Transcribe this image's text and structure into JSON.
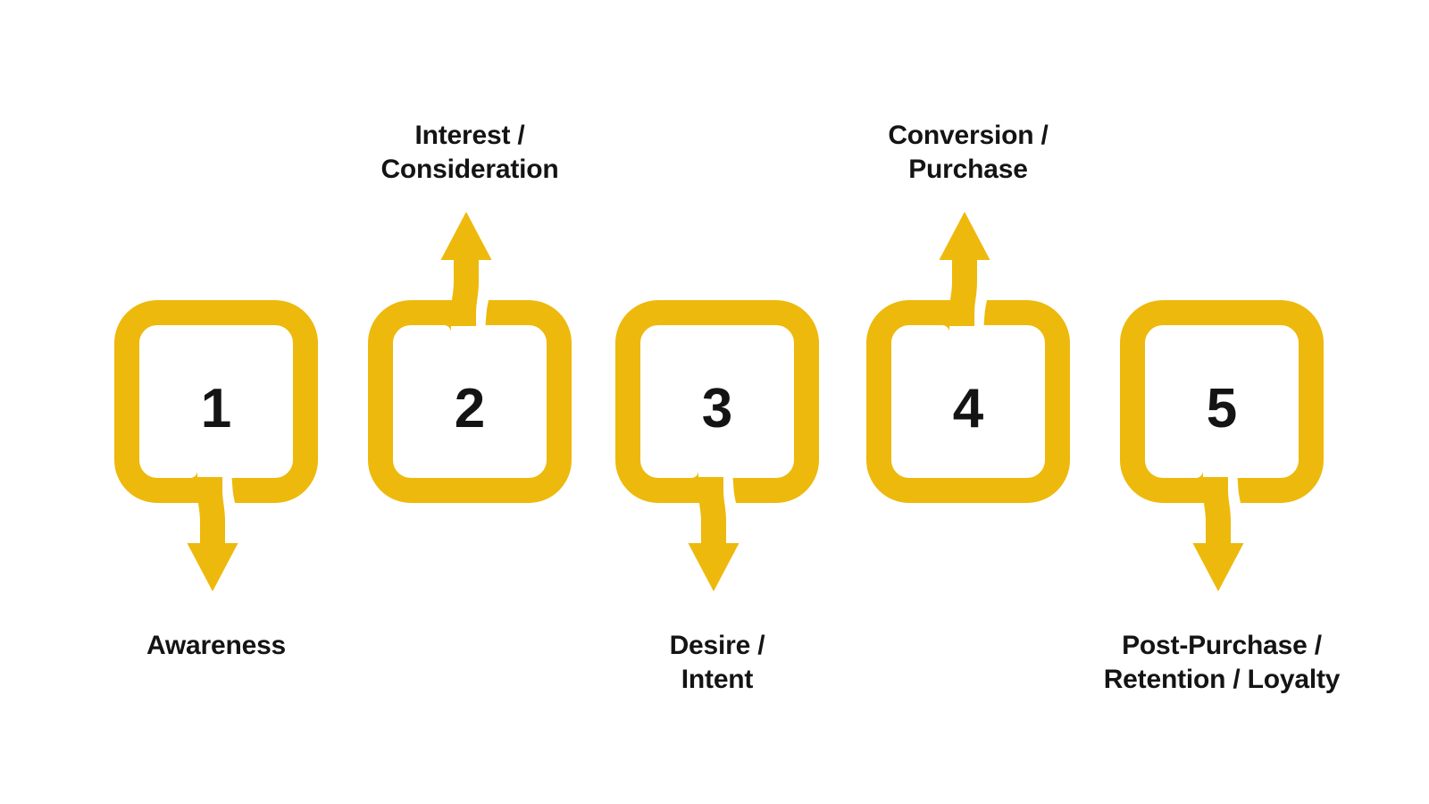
{
  "diagram": {
    "accent_color": "#EDB90C",
    "text_color": "#141414",
    "stages": [
      {
        "number": "1",
        "arrow": "down",
        "label_position": "below",
        "label_lines": [
          "Awareness"
        ]
      },
      {
        "number": "2",
        "arrow": "up",
        "label_position": "above",
        "label_lines": [
          "Interest /",
          "Consideration"
        ]
      },
      {
        "number": "3",
        "arrow": "down",
        "label_position": "below",
        "label_lines": [
          "Desire /",
          "Intent"
        ]
      },
      {
        "number": "4",
        "arrow": "up",
        "label_position": "above",
        "label_lines": [
          "Conversion /",
          "Purchase"
        ]
      },
      {
        "number": "5",
        "arrow": "down",
        "label_position": "below",
        "label_lines": [
          "Post-Purchase /",
          "Retention / Loyalty"
        ]
      }
    ]
  }
}
